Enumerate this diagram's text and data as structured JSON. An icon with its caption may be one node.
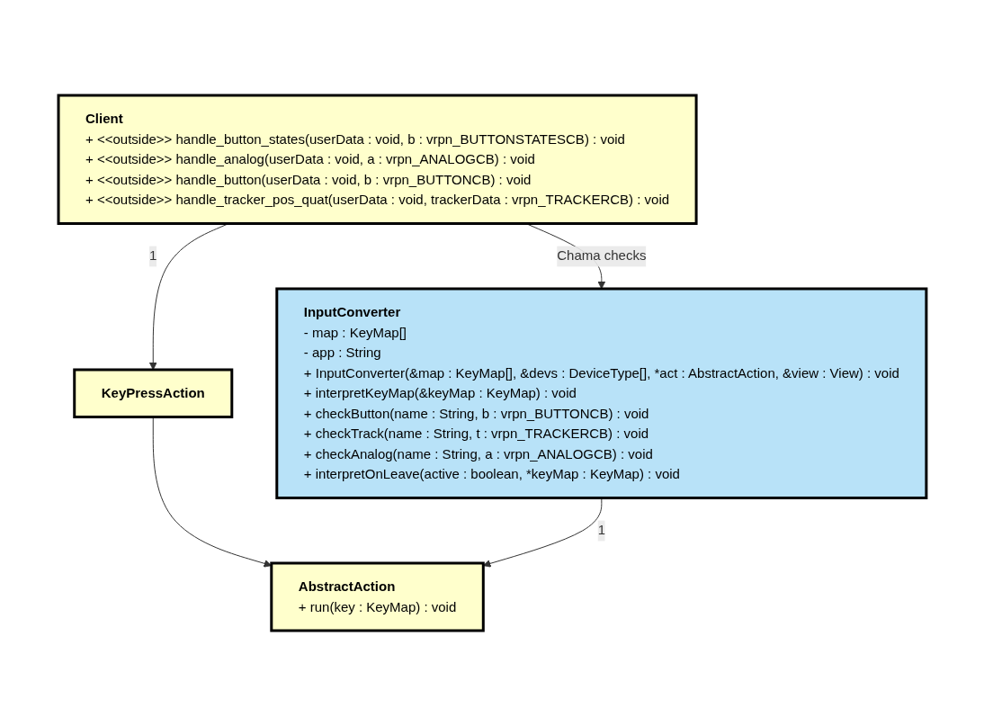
{
  "diagram": {
    "nodes": [
      {
        "text": [
          "Client",
          "+ <<outside>> handle_button_states(userData : void, b : vrpn_BUTTONSTATESCB) : void",
          "+ <<outside>> handle_analog(userData : void, a : vrpn_ANALOGCB) : void",
          "+ <<outside>> handle_button(userData : void, b : vrpn_BUTTONCB) : void",
          "+ <<outside>> handle_tracker_pos_quat(userData : void, trackerData : vrpn_TRACKERCB) : void"
        ]
      },
      {
        "text": [
          "KeyPressAction"
        ]
      },
      {
        "text": [
          "AbstractAction",
          "+ run(key : KeyMap) : void"
        ]
      },
      {
        "text": [
          "InputConverter",
          "- map : KeyMap[]",
          "- app : String",
          "+ InputConverter(&map : KeyMap[], &devs : DeviceType[], *act : AbstractAction, &view : View) : void",
          "+ interpretKeyMap(&keyMap : KeyMap) : void",
          "+ checkButton(name : String, b : vrpn_BUTTONCB) : void",
          "+ checkTrack(name : String, t : vrpn_TRACKERCB) : void",
          "+ checkAnalog(name : String, a : vrpn_ANALOGCB) : void",
          "+ interpretOnLeave(active : boolean, *keyMap : KeyMap) : void"
        ]
      }
    ],
    "edges": [
      {
        "from": 0,
        "to": 1,
        "arrow": "to",
        "label": "1"
      },
      {
        "from": 1,
        "to": 2,
        "arrow": "to"
      },
      {
        "from": 3,
        "to": 2,
        "arrow": "to",
        "label": "1"
      },
      {
        "from": 0,
        "to": 3,
        "arrow": "to",
        "label": "Chama checks"
      }
    ]
  }
}
